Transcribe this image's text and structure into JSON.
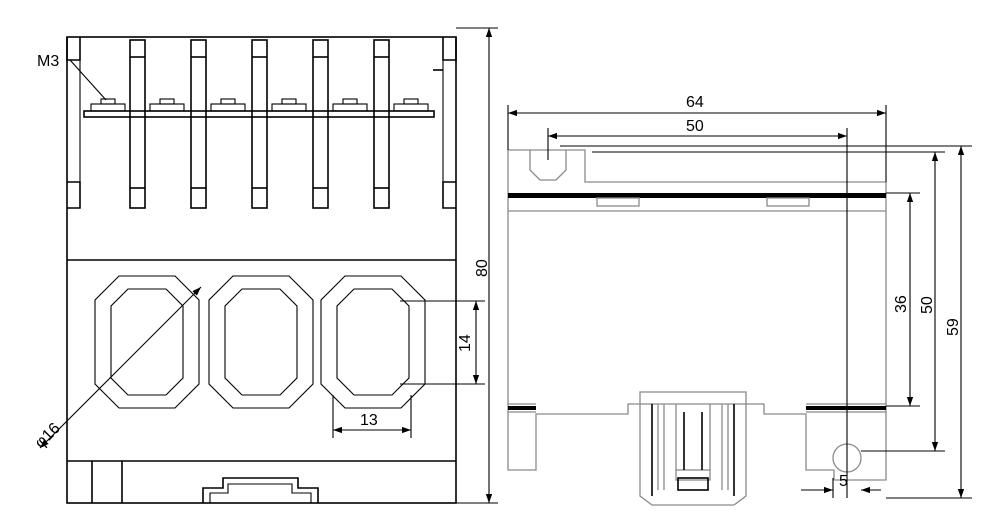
{
  "drawing": {
    "front_view": {
      "screw_label": "M3",
      "diameter_label": "φ16",
      "window_width_label": "13",
      "window_height_label": "14",
      "overall_height_label": "80"
    },
    "side_view": {
      "overall_width_label": "64",
      "hole_spacing_label": "50",
      "window_height_label": "36",
      "mount_height_label": "50",
      "overall_height_label": "59",
      "hole_offset_label": "5"
    }
  }
}
